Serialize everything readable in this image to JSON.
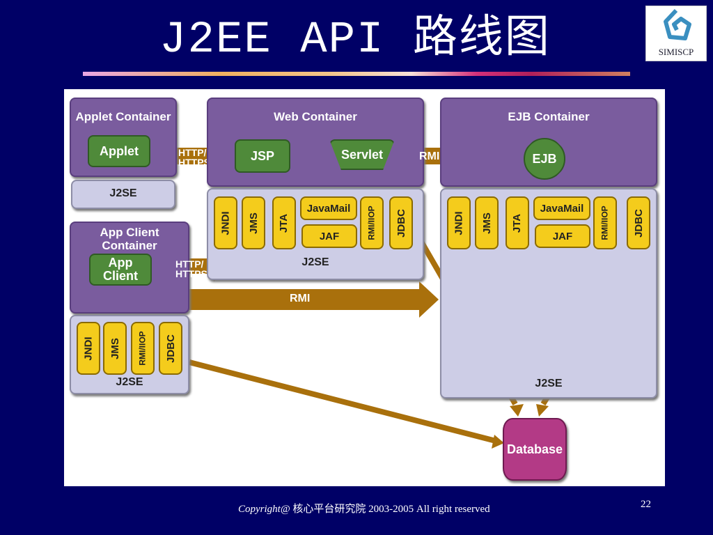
{
  "slide": {
    "title": "J2EE API 路线图",
    "logo_text": "SIMISCP",
    "footer_copyright": "Copyright@",
    "footer_text": " 核心平台研究院  2003-2005 All right reserved",
    "page_number": "22"
  },
  "diagram": {
    "applet_container": {
      "title": "Applet Container",
      "component": "Applet",
      "platform": "J2SE"
    },
    "app_client_container": {
      "title_line1": "App Client",
      "title_line2": "Container",
      "component_line1": "App",
      "component_line2": "Client",
      "platform": "J2SE",
      "apis": [
        "JNDI",
        "JMS",
        "RMI/IIOP",
        "JDBC"
      ]
    },
    "web_container": {
      "title": "Web Container",
      "components": [
        "JSP",
        "Servlet"
      ],
      "platform": "J2SE",
      "apis": [
        "JNDI",
        "JMS",
        "JTA",
        "JavaMail",
        "JAF",
        "RMI/IIOP",
        "JDBC"
      ]
    },
    "ejb_container": {
      "title": "EJB Container",
      "component": "EJB",
      "platform": "J2SE",
      "apis": [
        "JNDI",
        "JMS",
        "JTA",
        "JavaMail",
        "JAF",
        "RMI/IIOP",
        "JDBC"
      ]
    },
    "database": {
      "label": "Database"
    },
    "arrows": {
      "applet_to_web_line1": "HTTP/",
      "applet_to_web_line2": "HTTPS",
      "client_to_web_line1": "HTTP/",
      "client_to_web_line2": "HTTPS",
      "web_to_ejb": "RMI",
      "client_to_ejb": "RMI"
    }
  }
}
